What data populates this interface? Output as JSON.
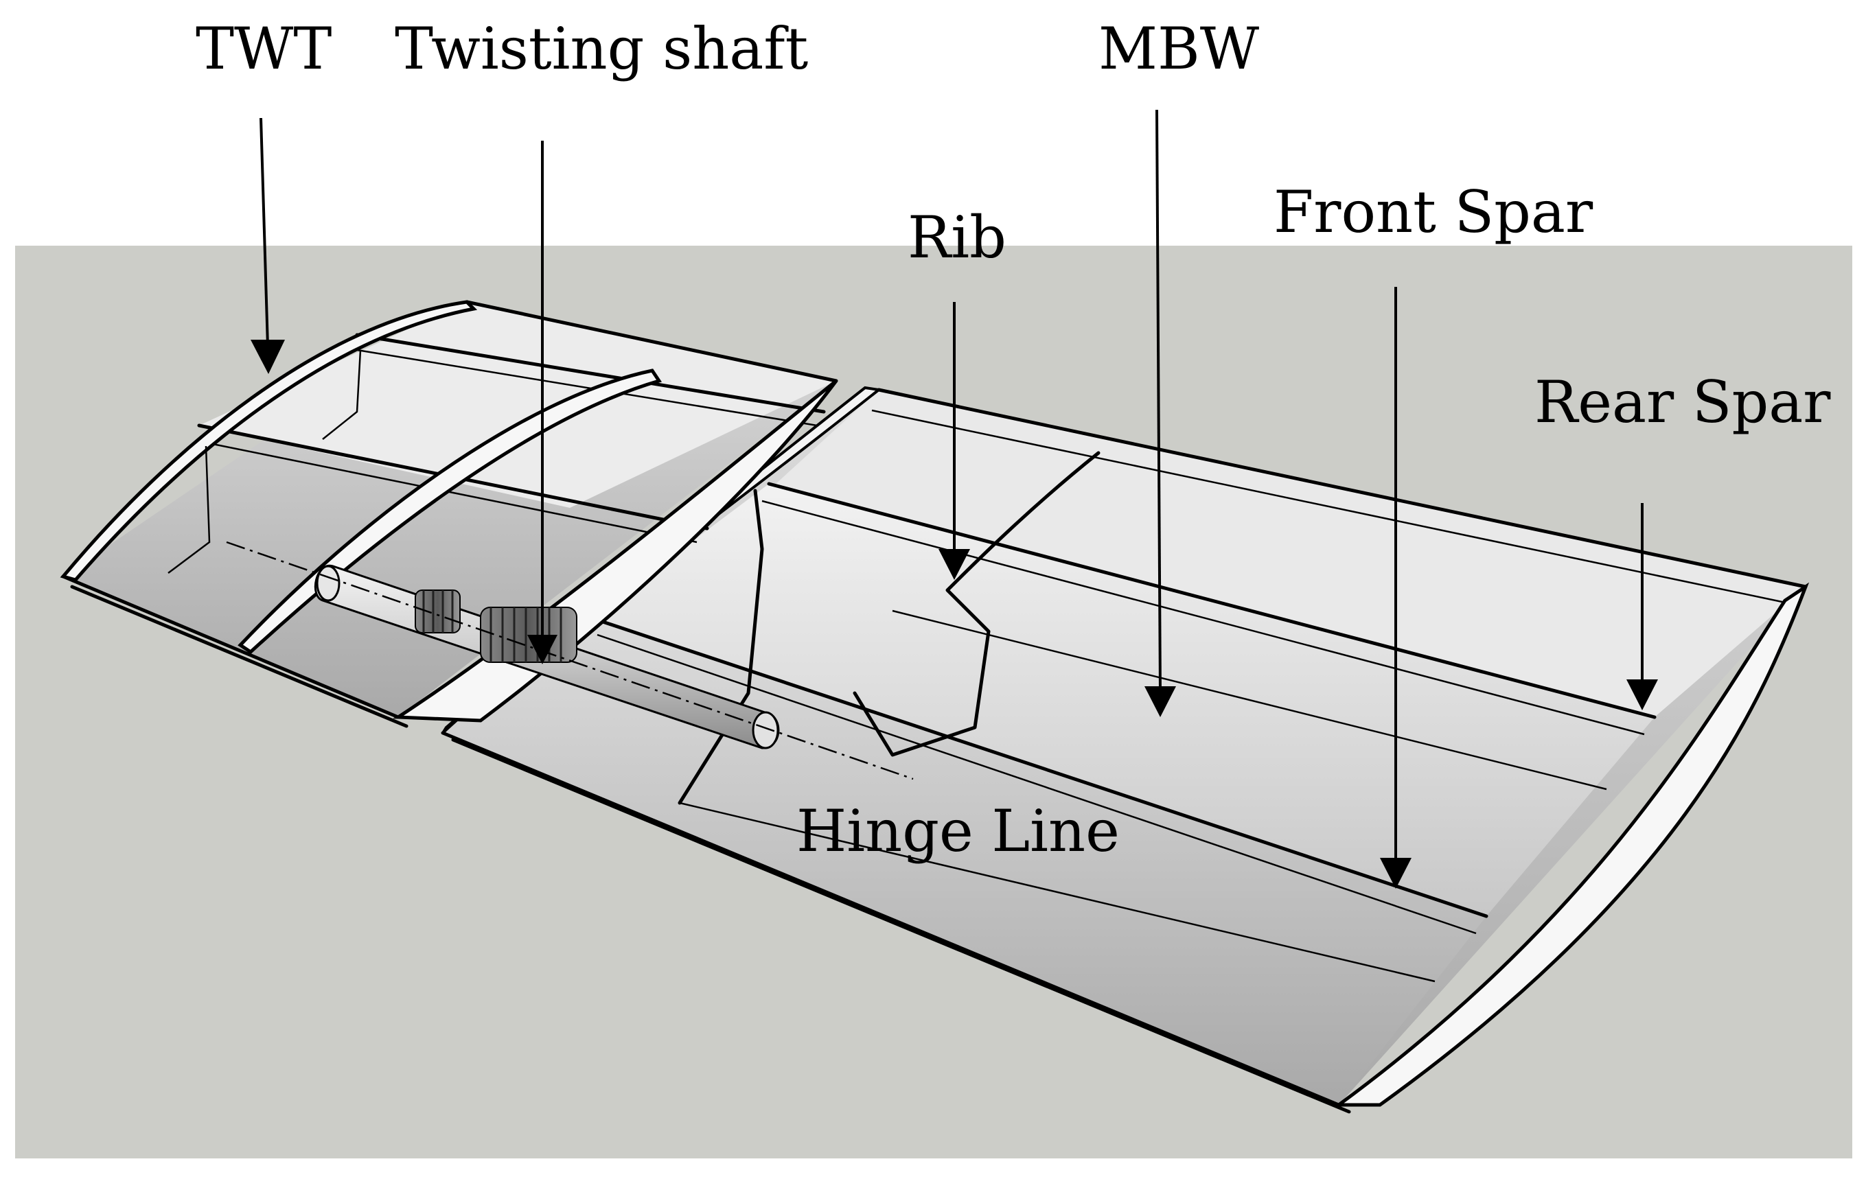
{
  "labels": {
    "twt": "TWT",
    "twisting_shaft": "Twisting shaft",
    "mbw": "MBW",
    "rib": "Rib",
    "front_spar": "Front Spar",
    "rear_spar": "Rear Spar",
    "hinge_line": "Hinge Line"
  },
  "colors": {
    "background_panel": "#cccdc8",
    "surface_light": "#f4f4f4",
    "surface_mid": "#e6e6e6",
    "surface_shadow": "#b8b8b8",
    "outline": "#000000"
  }
}
